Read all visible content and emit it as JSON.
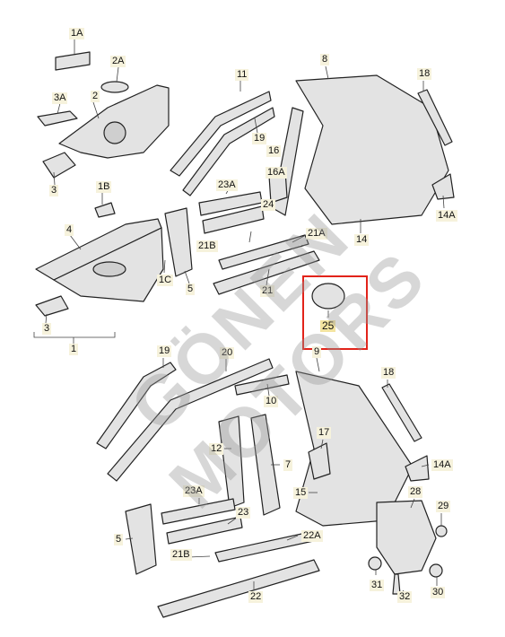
{
  "watermark": "GÖNEN MOTORS",
  "labels": {
    "l1A": "1A",
    "l2A": "2A",
    "l3A": "3A",
    "l2": "2",
    "l3a": "3",
    "l1B": "1B",
    "l4": "4",
    "l1C": "1C",
    "l3b": "3",
    "l1": "1",
    "l11": "11",
    "l19a": "19",
    "l23Aa": "23A",
    "l16A": "16A",
    "l24": "24",
    "l16": "16",
    "l21Ba": "21B",
    "l5a": "5",
    "l21a": "21",
    "l21Aa": "21A",
    "l8": "8",
    "l18a": "18",
    "l14Aa": "14A",
    "l14": "14",
    "l25": "25",
    "l19b": "19",
    "l20": "20",
    "l10": "10",
    "l9": "9",
    "l18b": "18",
    "l12": "12",
    "l7": "7",
    "l17": "17",
    "l14Ab": "14A",
    "l15": "15",
    "l23Ab": "23A",
    "l23": "23",
    "l5b": "5",
    "l21Bb": "21B",
    "l22A": "22A",
    "l22": "22",
    "l28": "28",
    "l29": "29",
    "l31": "31",
    "l32": "32",
    "l30": "30"
  },
  "colors": {
    "line": "#222222",
    "fill": "#e3e3e3",
    "label_bg": "#f6f2dc",
    "highlight": "#e2231a"
  }
}
